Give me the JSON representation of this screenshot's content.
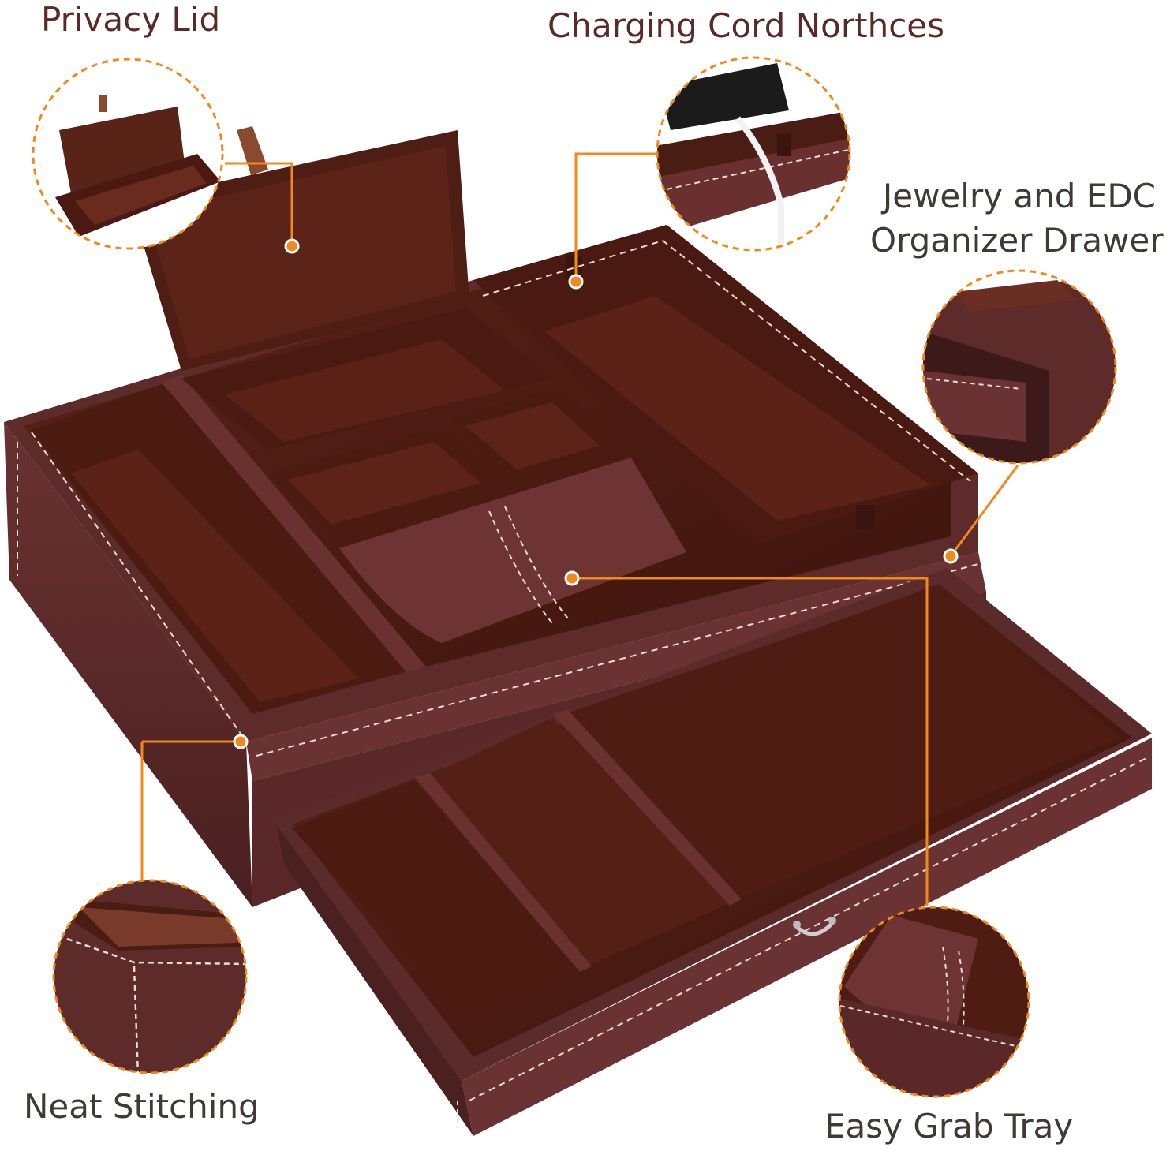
{
  "labels": {
    "privacy_lid": "Privacy Lid",
    "charging_notches": "Charging Cord Northces",
    "drawer_line1": "Jewelry and EDC",
    "drawer_line2": "Organizer Drawer",
    "neat_stitching": "Neat Stitching",
    "easy_grab_tray": "Easy Grab Tray"
  },
  "colors": {
    "leather": "#5a2a2a",
    "leather_dark": "#3c1a1a",
    "velvet": "#4a1d14",
    "velvet_light": "#6b2e22",
    "stitch": "#e8dfd3",
    "callout": "#f08a1c",
    "label_text": "#3f3a36",
    "label_text_brown": "#5b2a26"
  }
}
